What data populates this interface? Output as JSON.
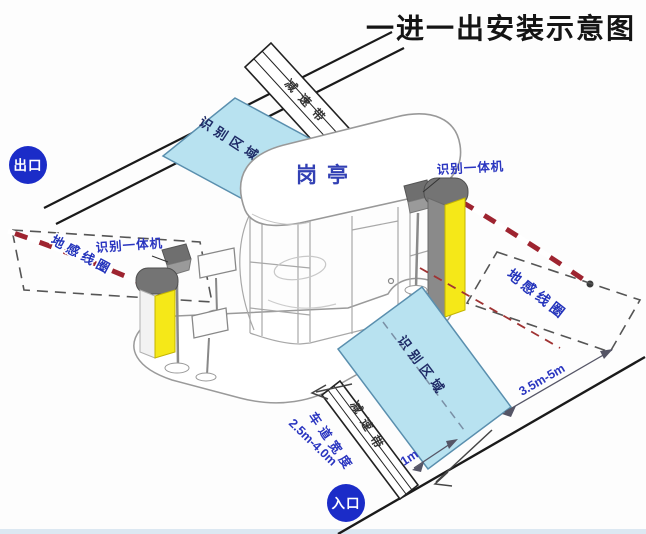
{
  "title": "一进一出安装示意图",
  "badges": {
    "exit": "出口",
    "entrance": "入口"
  },
  "booth": {
    "label": "岗亭"
  },
  "areas": {
    "recognition_exit": {
      "label": "识别区域"
    },
    "recognition_entry": {
      "label": "识别区域"
    },
    "speed_bump_exit": {
      "label": "减速带"
    },
    "speed_bump_entry": {
      "label": "减速带"
    },
    "coil_exit": {
      "label": "地感线圈"
    },
    "coil_entry": {
      "label": "地感线圈"
    }
  },
  "devices": {
    "camera_exit": {
      "label": "识别一体机"
    },
    "camera_entry": {
      "label": "识别一体机"
    }
  },
  "dimensions": {
    "coil_offset": "3.5m-5m",
    "center_offset": "1m",
    "lane_width_label": "车道宽度",
    "lane_width_value": "2.5m-4.0m"
  },
  "colors": {
    "badge_blue": "#1b2cc8",
    "label_blue": "#2a35c0",
    "coil_text_blue": "#2333bb",
    "area_fill": "#b8e2f0",
    "area_stroke": "#5a8fae",
    "barrier_yellow": "#f5e818",
    "arm_red": "#9e2430",
    "machine_gray": "#787878",
    "line_black": "#1a1a1a"
  }
}
